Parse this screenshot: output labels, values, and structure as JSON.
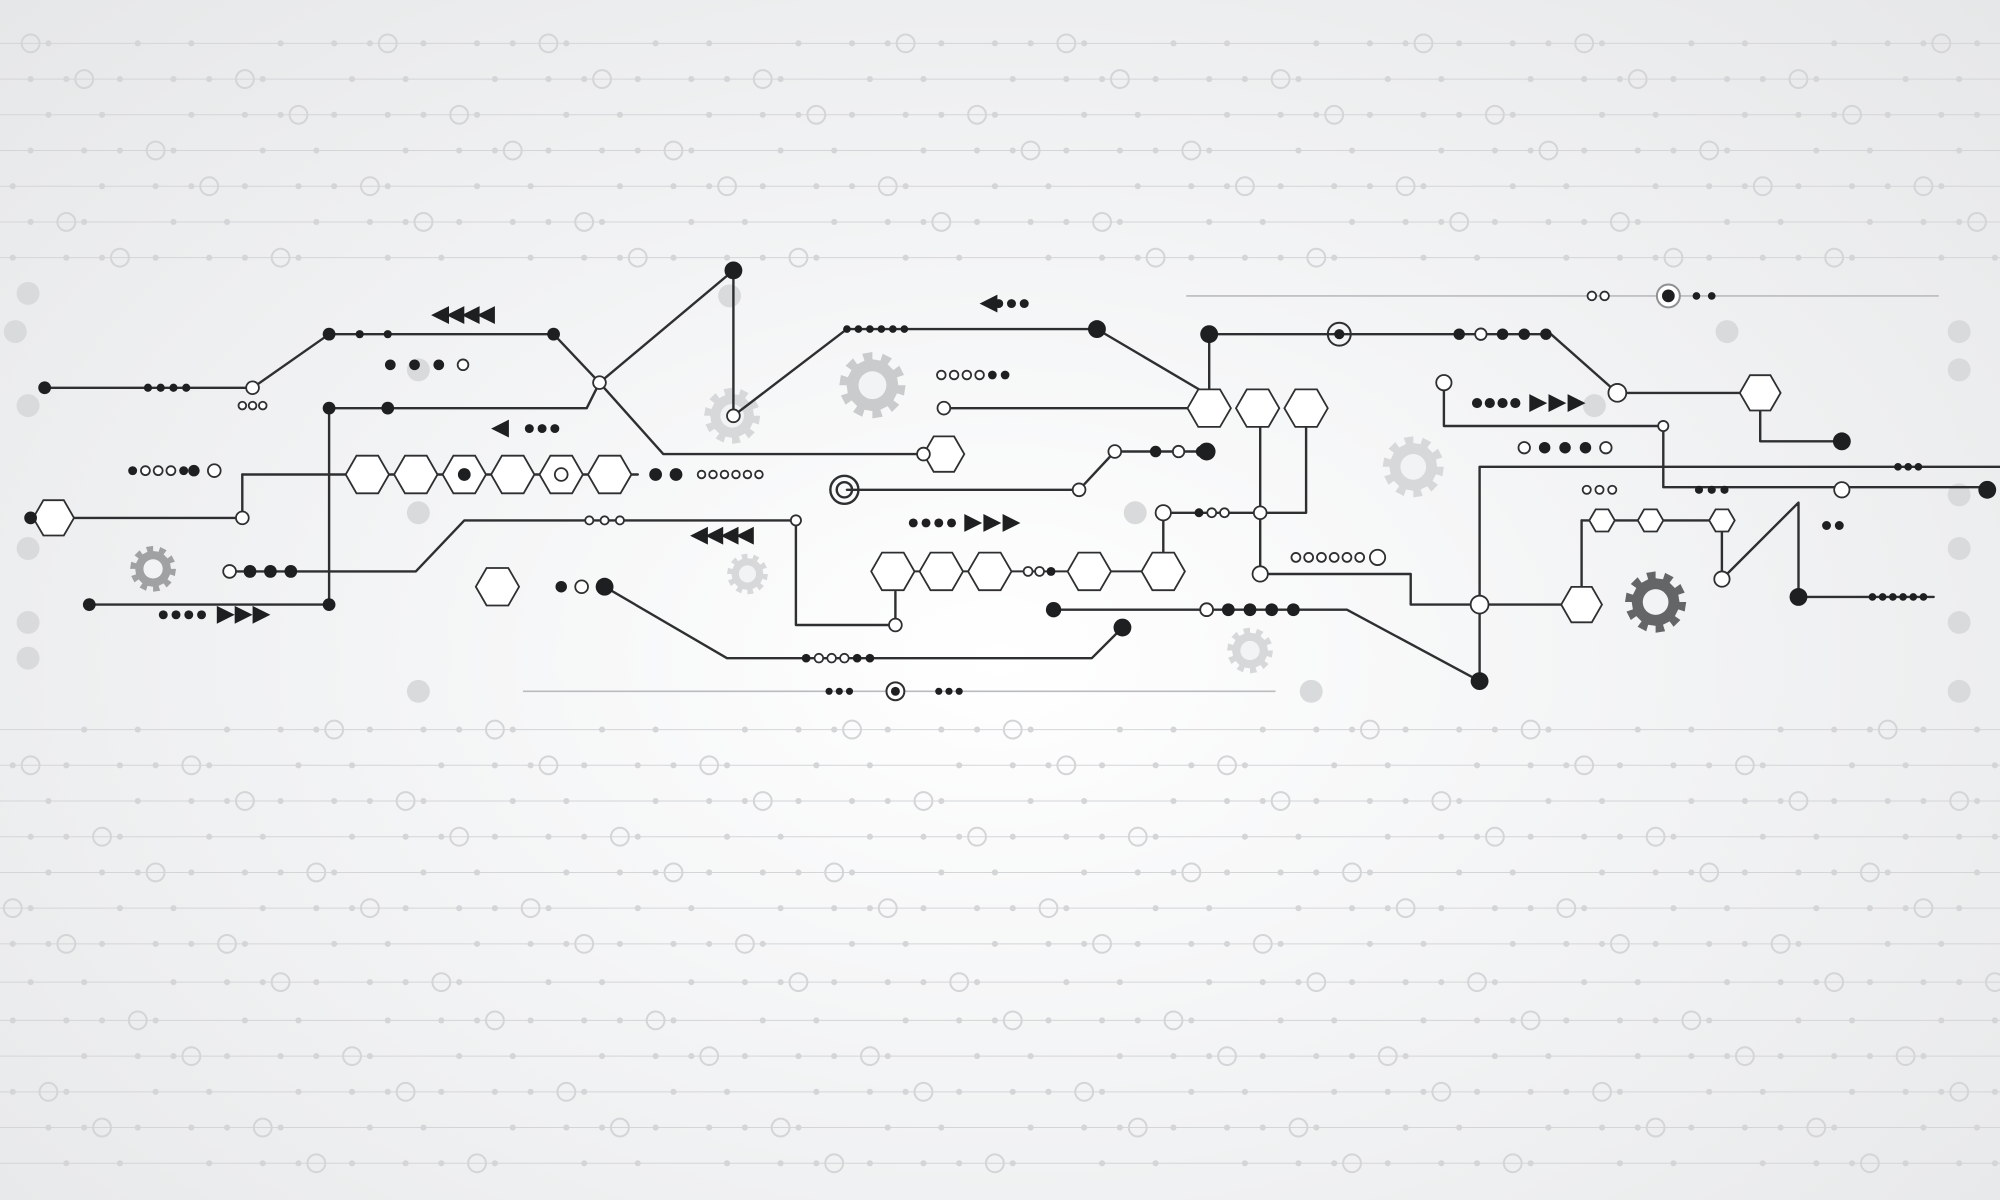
{
  "image": {
    "kind": "abstract circuit board illustration",
    "text_content": []
  },
  "colors": {
    "background": "#eef0f1",
    "background_center": "#ffffff",
    "trace": "#2e2f30",
    "node_dark": "#1e1f20",
    "node_open_fill": "#ffffff",
    "gear_light": "#c9cbcd",
    "gear_mid": "#9fa1a3",
    "gear_dark": "#636567",
    "background_pattern": "#d3d5d7",
    "faded_dot": "#d8dadc"
  },
  "icons": [
    "hexagon-node",
    "gear-icon",
    "arrow-triangle-icon",
    "ring-node",
    "dot-node"
  ]
}
